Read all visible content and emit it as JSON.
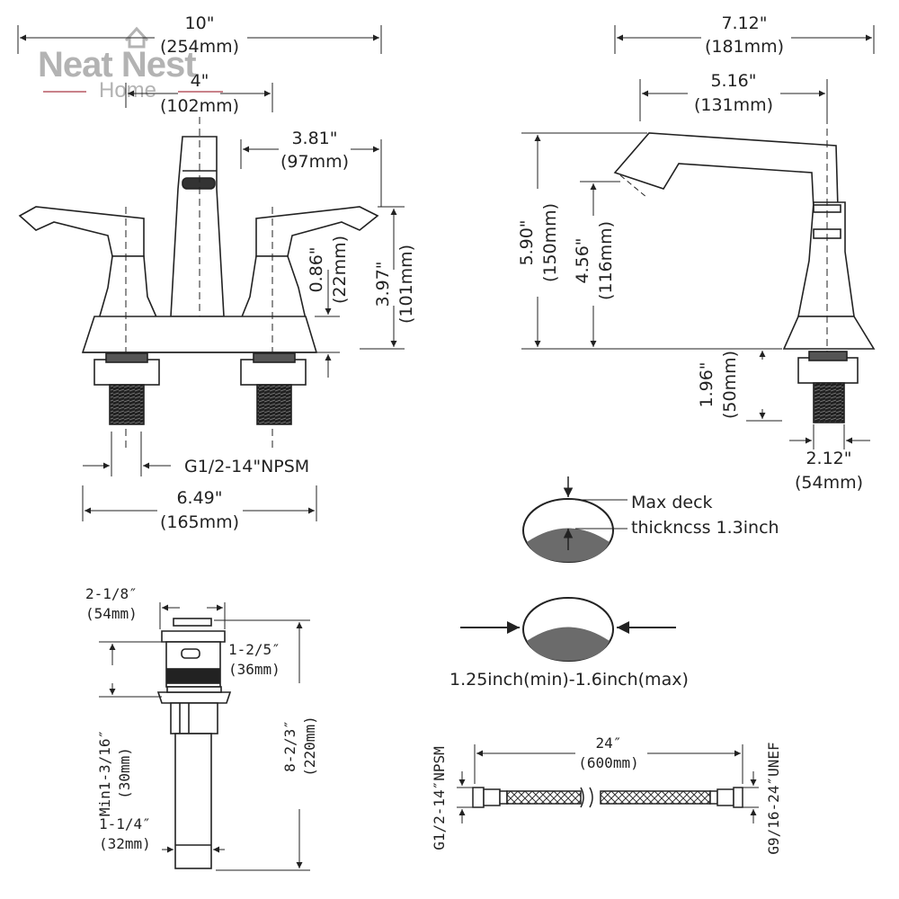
{
  "logo": {
    "line1": "Neat Nest",
    "line2": "Home",
    "accent": "#c9828a"
  },
  "front_view": {
    "overall_width": {
      "in": "10\"",
      "mm": "(254mm)"
    },
    "center_spread": {
      "in": "4\"",
      "mm": "(102mm)"
    },
    "spout_to_handle": {
      "in": "3.81\"",
      "mm": "(97mm)"
    },
    "base_height": {
      "in": "0.86\"",
      "mm": "(22mm)"
    },
    "handle_height": {
      "in": "3.97\"",
      "mm": "(101mm)"
    },
    "thread": "G1/2-14\"NPSM",
    "base_width": {
      "in": "6.49\"",
      "mm": "(165mm)"
    }
  },
  "side_view": {
    "overall_depth": {
      "in": "7.12\"",
      "mm": "(181mm)"
    },
    "spout_reach": {
      "in": "5.16\"",
      "mm": "(131mm)"
    },
    "total_height": {
      "in": "5.90\"",
      "mm": "(150mm)"
    },
    "spout_height": {
      "in": "4.56\"",
      "mm": "(116mm)"
    },
    "shank_length": {
      "in": "1.96\"",
      "mm": "(50mm)"
    },
    "base_depth": {
      "in": "2.12\"",
      "mm": "(54mm)"
    }
  },
  "deck": {
    "thickness_line1": "Max deck",
    "thickness_line2": "thickncss 1.3inch",
    "hole_range": "1.25inch(min)-1.6inch(max)"
  },
  "drain": {
    "cap_width": {
      "in": "2-1/8″",
      "mm": "(54mm)"
    },
    "body_width": {
      "in": "1-2/5″",
      "mm": "(36mm)"
    },
    "min_length": {
      "in": "Min1-3/16″",
      "mm": "(30mm)"
    },
    "total_length": {
      "in": "8-2/3″",
      "mm": "(220mm)"
    },
    "pipe_width": {
      "in": "1-1/4″",
      "mm": "(32mm)"
    }
  },
  "hose": {
    "length": {
      "in": "24″",
      "mm": "(600mm)"
    },
    "left_thread": "G1/2-14″NPSM",
    "right_thread": "G9/16-24″UNEF"
  }
}
